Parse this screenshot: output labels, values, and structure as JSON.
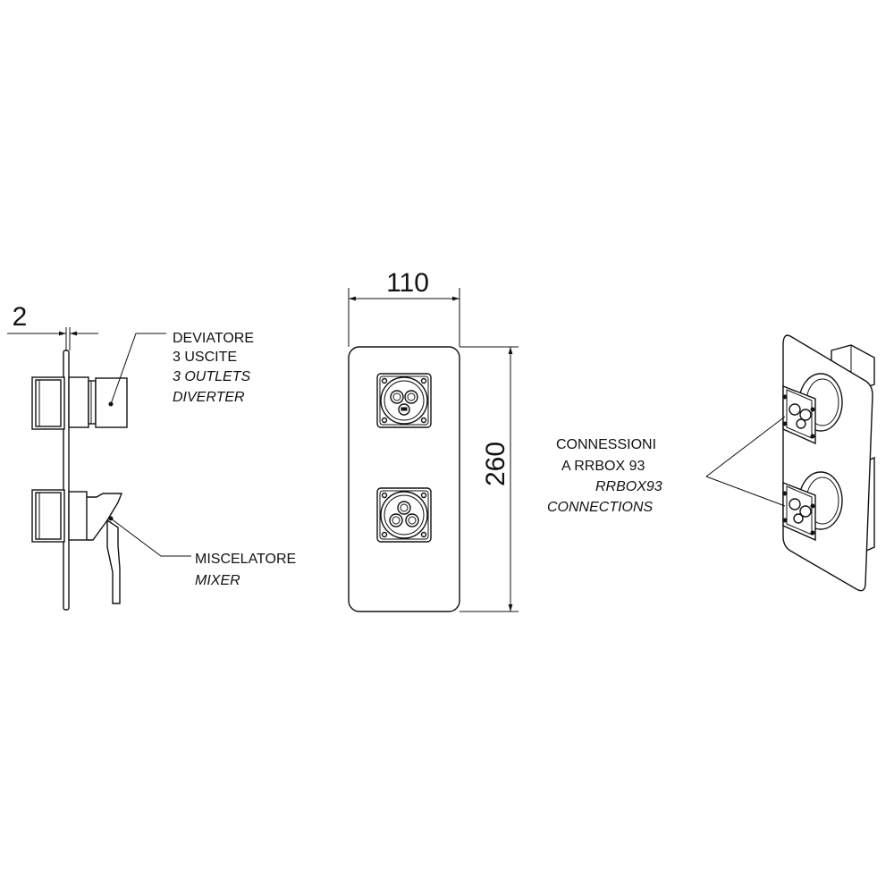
{
  "dimensions": {
    "thickness": "2",
    "width": "110",
    "height": "260"
  },
  "labels": {
    "diverter": {
      "line1": "DEVIATORE",
      "line2": "3 USCITE",
      "line3": "3 OUTLETS",
      "line4": "DIVERTER"
    },
    "mixer": {
      "line1": "MISCELATORE",
      "line2": "MIXER"
    },
    "connections": {
      "line1": "CONNESSIONI",
      "line2": "A RRBOX 93",
      "line3": "RRBOX93",
      "line4": "CONNECTIONS"
    }
  }
}
